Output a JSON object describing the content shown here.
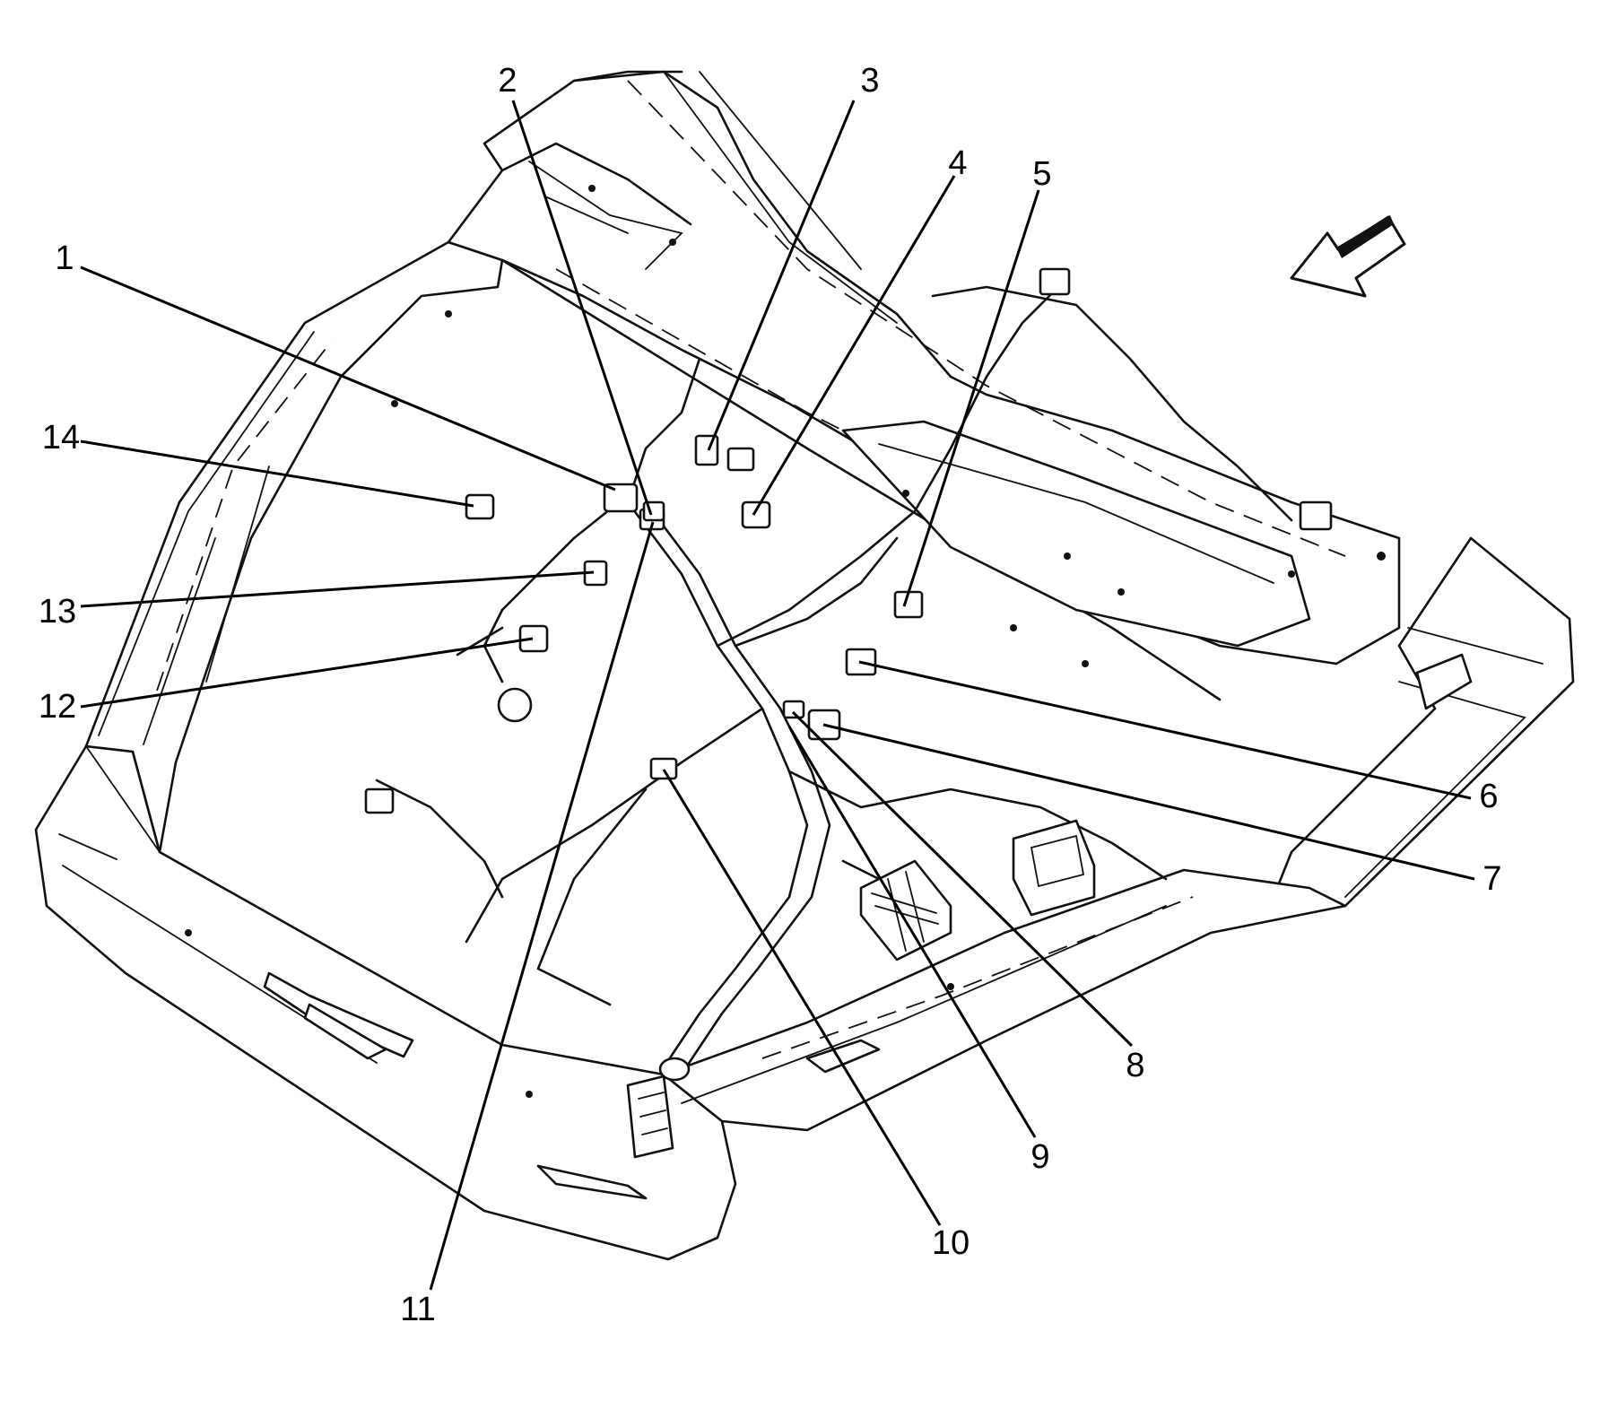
{
  "diagram": {
    "callouts": [
      {
        "id": "callout-1",
        "text": "1"
      },
      {
        "id": "callout-2",
        "text": "2"
      },
      {
        "id": "callout-3",
        "text": "3"
      },
      {
        "id": "callout-4",
        "text": "4"
      },
      {
        "id": "callout-5",
        "text": "5"
      },
      {
        "id": "callout-6",
        "text": "6"
      },
      {
        "id": "callout-7",
        "text": "7"
      },
      {
        "id": "callout-8",
        "text": "8"
      },
      {
        "id": "callout-9",
        "text": "9"
      },
      {
        "id": "callout-10",
        "text": "10"
      },
      {
        "id": "callout-11",
        "text": "11"
      },
      {
        "id": "callout-12",
        "text": "12"
      },
      {
        "id": "callout-13",
        "text": "13"
      },
      {
        "id": "callout-14",
        "text": "14"
      }
    ],
    "icons": {
      "orientation_arrow": "direction-arrow-icon"
    }
  }
}
